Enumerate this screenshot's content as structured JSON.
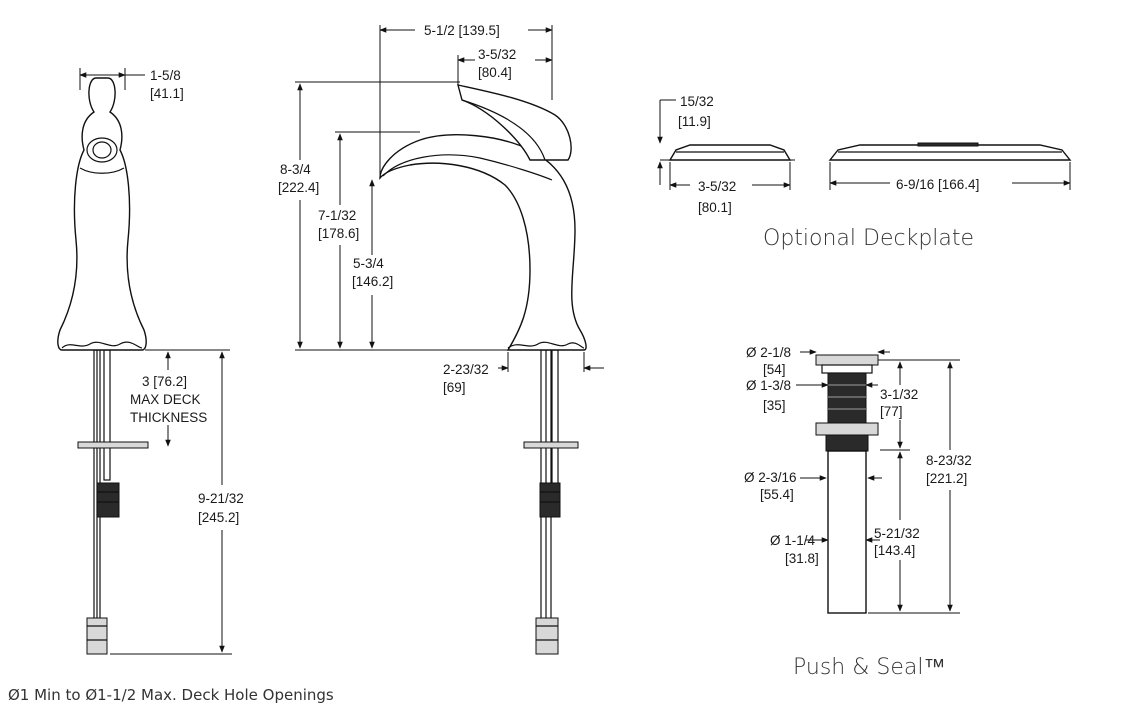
{
  "side_view": {
    "handle_width": "1-5/8",
    "handle_width_mm": "[41.1]",
    "deck": "3 [76.2]",
    "deck_l1": "MAX DECK",
    "deck_l2": "THICKNESS",
    "total": "9-21/32",
    "total_mm": "[245.2]"
  },
  "front_view": {
    "reach": "5-1/2  [139.5]",
    "handle_depth": "3-5/32",
    "handle_depth_mm": "[80.4]",
    "height": "8-3/4",
    "height_mm": "[222.4]",
    "spout_height": "7-1/32",
    "spout_height_mm": "[178.6]",
    "outlet_height": "5-3/4",
    "outlet_height_mm": "[146.2]",
    "base": "2-23/32",
    "base_mm": "[69]"
  },
  "deckplate": {
    "thickness": "15/32",
    "thickness_mm": "[11.9]",
    "width": "3-5/32",
    "width_mm": "[80.1]",
    "length": "6-9/16  [166.4]",
    "title": "Optional Deckplate"
  },
  "drain": {
    "d1": "Ø 2-1/8",
    "d1_mm": "[54]",
    "d2": "Ø 1-3/8",
    "d2_mm": "[35]",
    "d3": "Ø 2-3/16",
    "d3_mm": "[55.4]",
    "d4": "Ø 1-1/4",
    "d4_mm": "[31.8]",
    "h1": "3-1/32",
    "h1_mm": "[77]",
    "h2": "5-21/32",
    "h2_mm": "[143.4]",
    "total": "8-23/32",
    "total_mm": "[221.2]",
    "title": "Push & Seal™"
  },
  "footnote": "Ø1 Min to  Ø1-1/2 Max. Deck Hole Openings"
}
